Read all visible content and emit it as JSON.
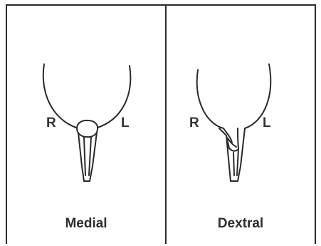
{
  "panels": [
    {
      "caption": "Medial",
      "right_label": "R",
      "left_label": "L",
      "diagram_icon": "medial-heart-sketch"
    },
    {
      "caption": "Dextral",
      "right_label": "R",
      "left_label": "L",
      "diagram_icon": "dextral-heart-sketch"
    }
  ],
  "colors": {
    "line": "#2a2a2a",
    "background": "#ffffff"
  }
}
